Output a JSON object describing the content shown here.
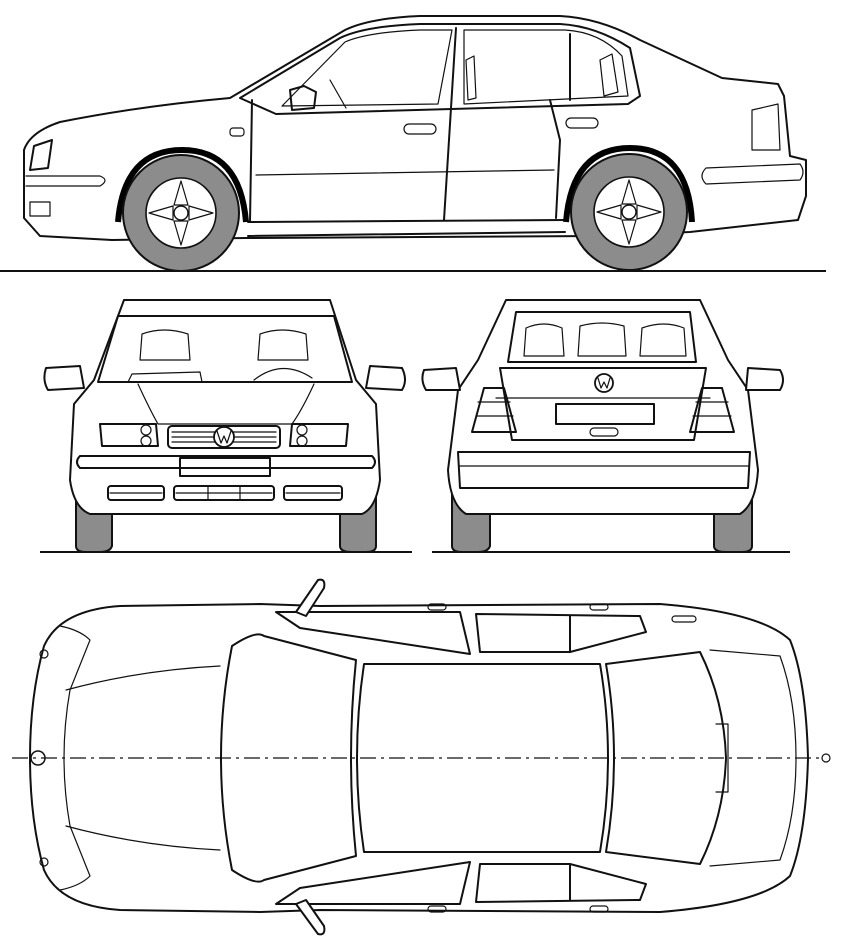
{
  "drawing": {
    "views": [
      "side-view",
      "front-view",
      "rear-view",
      "top-view"
    ],
    "colors": {
      "line": "#111111",
      "tyre": "#8c8c8c",
      "background": "#ffffff"
    },
    "badge_icon": "vw-logo-icon"
  }
}
